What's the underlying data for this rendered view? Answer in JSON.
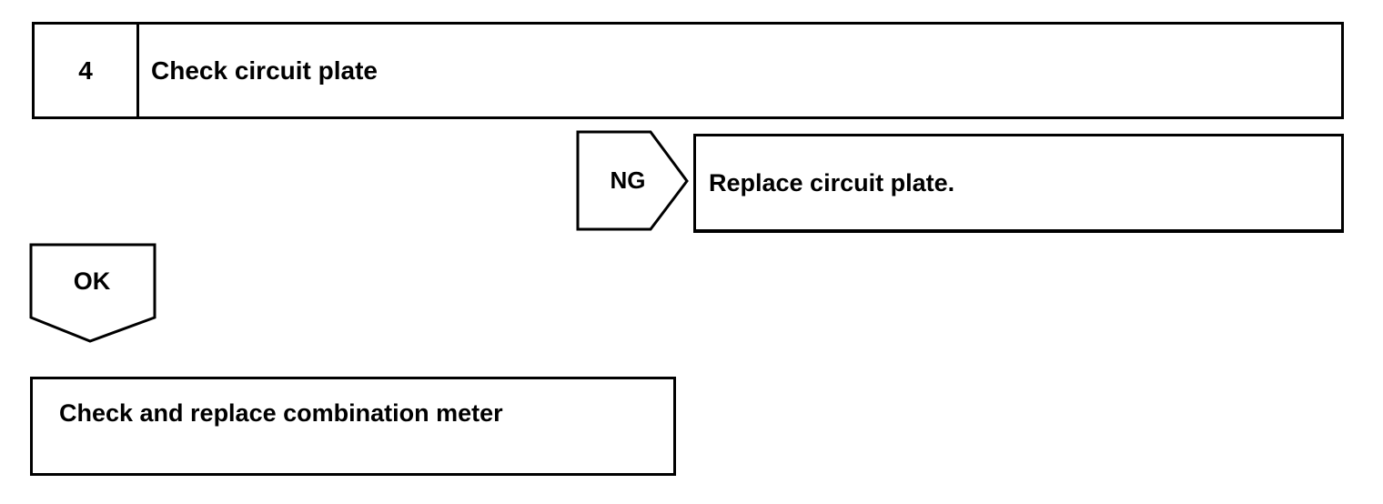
{
  "step": {
    "number": "4",
    "title": "Check circuit plate"
  },
  "ng_branch": {
    "label": "NG",
    "action": "Replace circuit plate."
  },
  "ok_branch": {
    "label": "OK",
    "action": "Check and replace combination meter"
  }
}
